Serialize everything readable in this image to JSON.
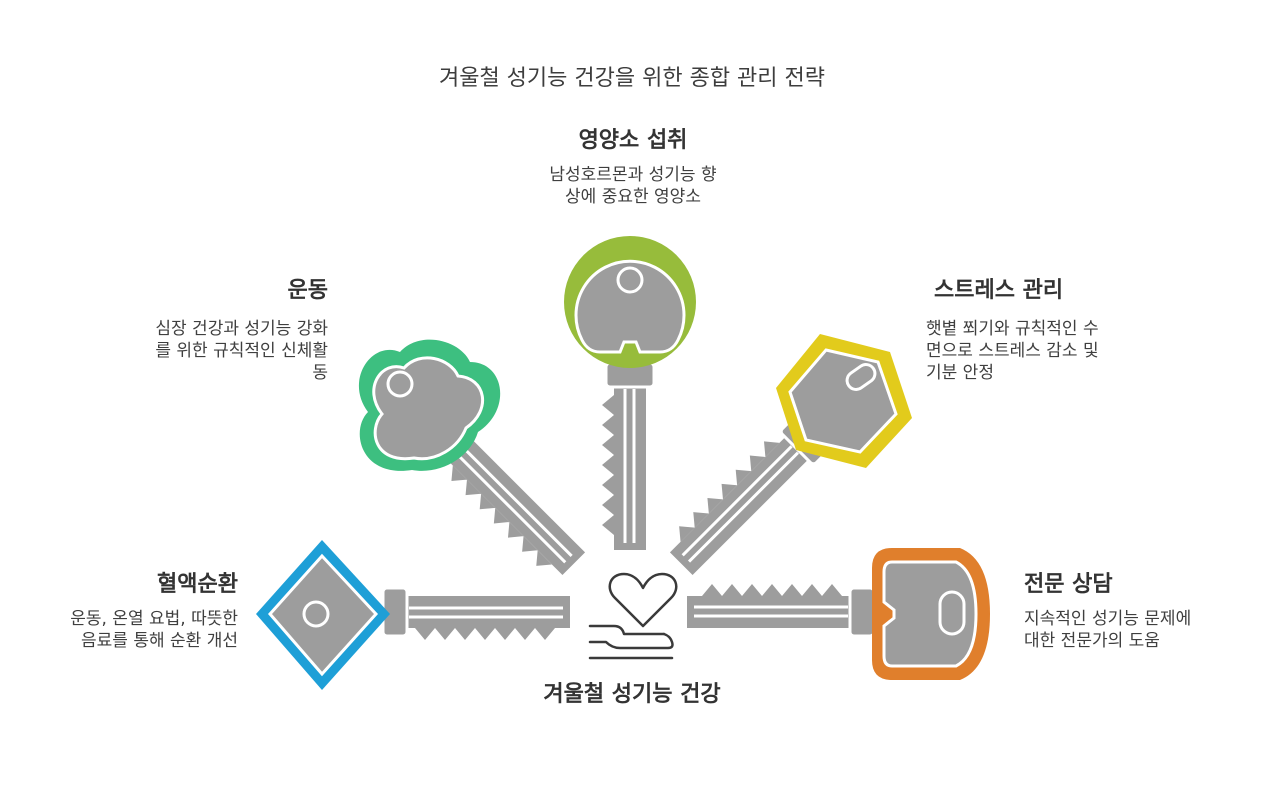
{
  "title": "겨울철 성기능 건강을 위한 종합 관리 전략",
  "center_label": "겨울철 성기능 건강",
  "items": {
    "nutrition": {
      "heading": "영양소 섭취",
      "desc": [
        "남성호르몬과 성기능 향",
        "상에 중요한 영양소"
      ],
      "color": "#97bc3b"
    },
    "exercise": {
      "heading": "운동",
      "desc": [
        "심장 건강과 성기능 강화",
        "를 위한 규칙적인 신체활",
        "동"
      ],
      "color": "#3dbf80"
    },
    "stress": {
      "heading": "스트레스 관리",
      "desc": [
        "햇볕 쬐기와 규칙적인 수",
        "면으로 스트레스 감소 및",
        "기분 안정"
      ],
      "color": "#e2cb1c"
    },
    "circulation": {
      "heading": "혈액순환",
      "desc": [
        "운동, 온열 요법, 따뜻한",
        "음료를 통해 순환 개선"
      ],
      "color": "#1e9fd7"
    },
    "consult": {
      "heading": "전문 상담",
      "desc": [
        "지속적인 성기능 문제에",
        "대한 전문가의 도움"
      ],
      "color": "#e07f2c"
    }
  },
  "colors": {
    "key_gray": "#9d9d9d",
    "text": "#3a3a3a"
  },
  "icons": [
    "heart-icon",
    "hand-icon"
  ]
}
